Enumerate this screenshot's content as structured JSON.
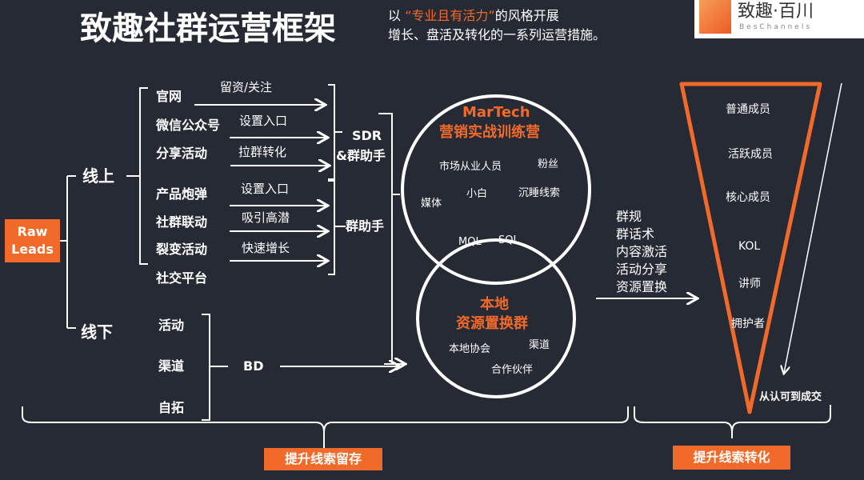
{
  "header": {
    "title": "致趣社群运营框架",
    "subtitle_prefix": "以",
    "subtitle_highlight": "“专业且有活力”",
    "subtitle_suffix": "的风格开展",
    "subtitle_line2": "增长、盘活及转化的一系列运营措施。",
    "logo_text": "致趣·百川",
    "logo_sub": "BesChannels"
  },
  "source": {
    "label_line1": "Raw",
    "label_line2": "Leads"
  },
  "online": {
    "label": "线上",
    "channels": [
      "官网",
      "微信公众号",
      "分享活动",
      "产品炮弹",
      "社群联动",
      "裂变活动",
      "社交平台"
    ],
    "actions": [
      "留资/关注",
      "设置入口",
      "拉群转化",
      "设置入口",
      "吸引高潜",
      "快速增长"
    ],
    "group1_line1": "SDR",
    "group1_line2": "&群助手",
    "group2": "群助手"
  },
  "offline": {
    "label": "线下",
    "channels": [
      "活动",
      "渠道",
      "自拓"
    ],
    "handler": "BD"
  },
  "venn": {
    "top_title1": "MarTech",
    "top_title2": "营销实战训练营",
    "top_items": [
      "市场从业人员",
      "粉丝",
      "媒体",
      "小白",
      "沉睡线索"
    ],
    "overlap": [
      "MQL",
      "SQL"
    ],
    "bottom_title1": "本地",
    "bottom_title2": "资源置换群",
    "bottom_items": [
      "本地协会",
      "渠道",
      "合作伙伴"
    ]
  },
  "operations": [
    "群规",
    "群话术",
    "内容激活",
    "活动分享",
    "资源置换"
  ],
  "funnel": {
    "levels": [
      "普通成员",
      "活跃成员",
      "核心成员",
      "KOL",
      "讲师",
      "拥护者"
    ],
    "note": "从认可到成交"
  },
  "footer": {
    "left_label": "提升线索留存",
    "right_label": "提升线索转化"
  },
  "colors": {
    "accent": "#f26a2a",
    "background": "#262a35"
  }
}
